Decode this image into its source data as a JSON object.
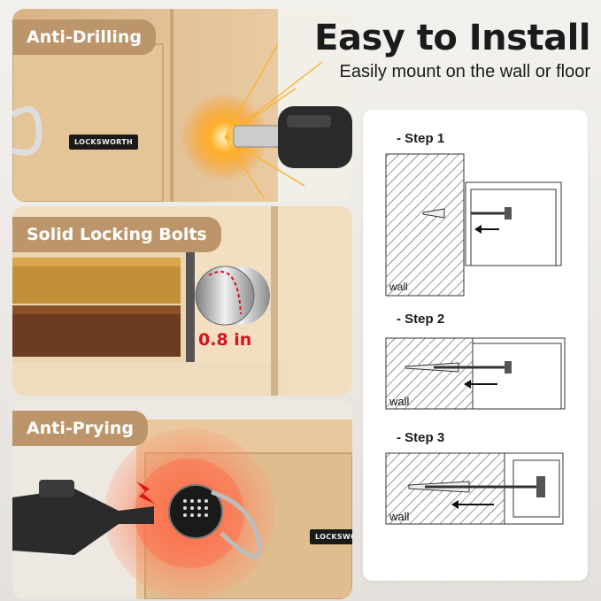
{
  "features": {
    "anti_drilling": "Anti-Drilling",
    "solid_bolts": "Solid Locking Bolts",
    "bolt_thickness": "0.8 in",
    "anti_prying": "Anti-Prying"
  },
  "brand": "LOCKSWORTH",
  "install": {
    "title": "Easy to Install",
    "subtitle": "Easily mount on the wall or floor",
    "steps": [
      {
        "label": "- Step 1",
        "wall_text": "wall"
      },
      {
        "label": "- Step 2",
        "wall_text": "wall"
      },
      {
        "label": "- Step 3",
        "wall_text": "wall"
      }
    ]
  },
  "colors": {
    "label_bg": "#bc966a",
    "safe_body": "#e7c9a0",
    "accent_red": "#d8121b"
  },
  "icons": [
    "drill-icon",
    "bolt-icon",
    "wrench-icon",
    "lightning-icon",
    "keypad-icon"
  ]
}
